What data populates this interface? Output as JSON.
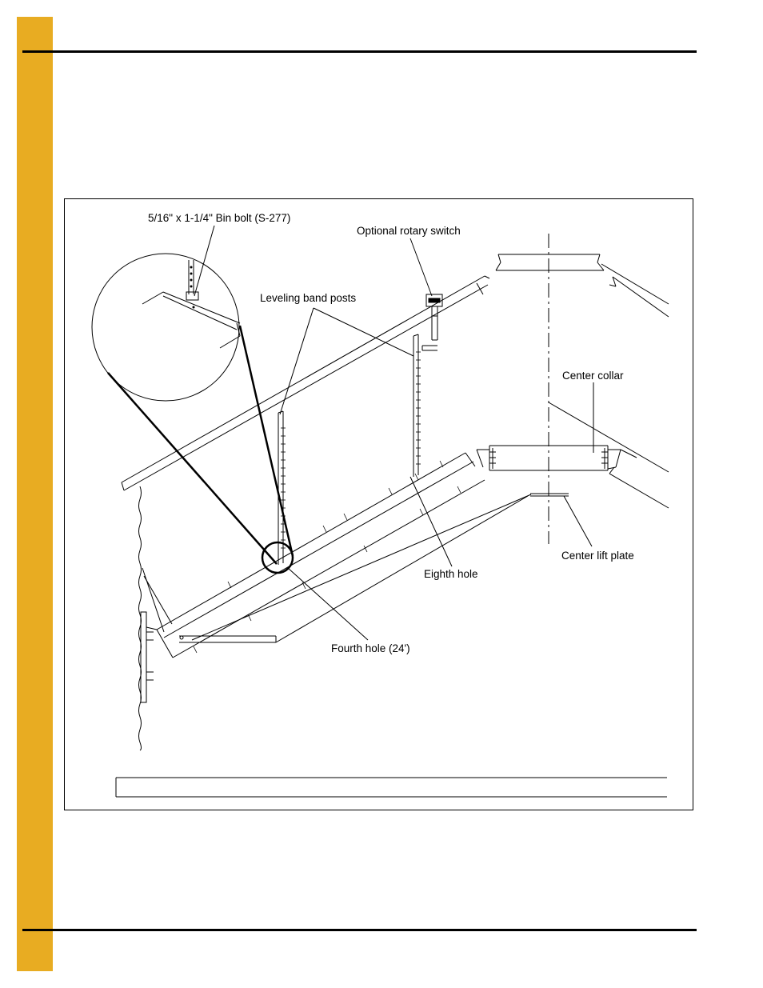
{
  "figure": {
    "labels": {
      "bin_bolt": "5/16\" x 1-1/4\" Bin bolt (S-277)",
      "rotary_switch": "Optional rotary switch",
      "leveling_posts": "Leveling band posts",
      "center_collar": "Center collar",
      "center_lift_plate": "Center lift plate",
      "eighth_hole": "Eighth hole",
      "fourth_hole": "Fourth hole (24')"
    }
  },
  "colors": {
    "side_tab": "#e8ac22",
    "rules": "#000000",
    "linework": "#000000"
  }
}
